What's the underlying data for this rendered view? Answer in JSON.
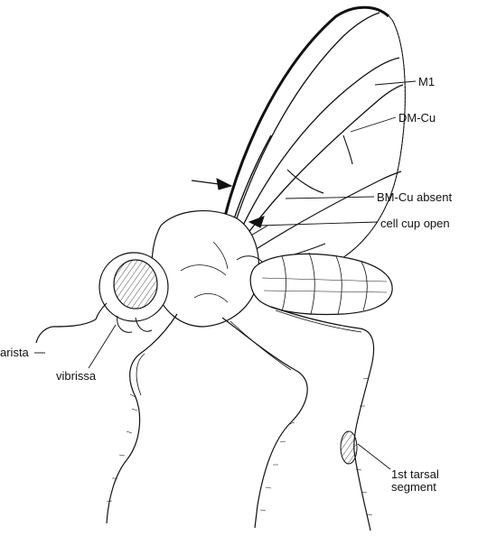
{
  "labels": {
    "m1": "M1",
    "dm_cu": "DM-Cu",
    "bm_cu": "BM-Cu absent",
    "cell_cup": "cell cup open",
    "arista": "arista",
    "vibrissa": "vibrissa",
    "tarsal": "1st tarsal segment"
  },
  "colors": {
    "ink": "#111111",
    "paper": "#ffffff"
  }
}
